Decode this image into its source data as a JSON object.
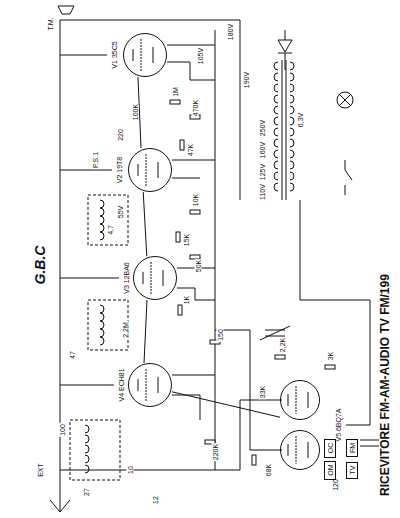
{
  "diagram": {
    "title": "RICEVITORE FM-AM-AUDIO TV FM/199",
    "nodes": [
      {
        "text": [
          "V1 35C5"
        ]
      },
      {
        "text": [
          "V2 19T8"
        ]
      },
      {
        "text": [
          "V3 12BA6"
        ]
      },
      {
        "text": [
          "V4 ECH81"
        ]
      },
      {
        "text": [
          "V5 6BQ7A"
        ]
      },
      {
        "text": [
          "OC"
        ]
      },
      {
        "text": [
          "OM"
        ]
      },
      {
        "text": [
          "FM"
        ]
      },
      {
        "text": [
          "TV"
        ]
      }
    ],
    "edges": [
      {
        "from": 1,
        "to": 0,
        "arrow": "none"
      },
      {
        "from": 2,
        "to": 1,
        "arrow": "none"
      },
      {
        "from": 3,
        "to": 2,
        "arrow": "none"
      },
      {
        "from": 4,
        "to": 3,
        "arrow": "none"
      }
    ],
    "labels": [
      "G.B.C",
      "T.M.",
      "1M",
      "470K",
      "47K",
      "100K",
      "10K",
      "220",
      "4,7",
      "15K",
      "50K",
      "2,2M",
      "1K",
      "47",
      "100",
      "27",
      "10",
      "12",
      "220K",
      "150",
      "33K",
      "68K",
      "3K",
      "120",
      "2,2K",
      "55V",
      "180V",
      "105V",
      "190V",
      "250V",
      "160V",
      "125V",
      "110V",
      "6,3V",
      "P.S.1",
      "EXT"
    ]
  }
}
